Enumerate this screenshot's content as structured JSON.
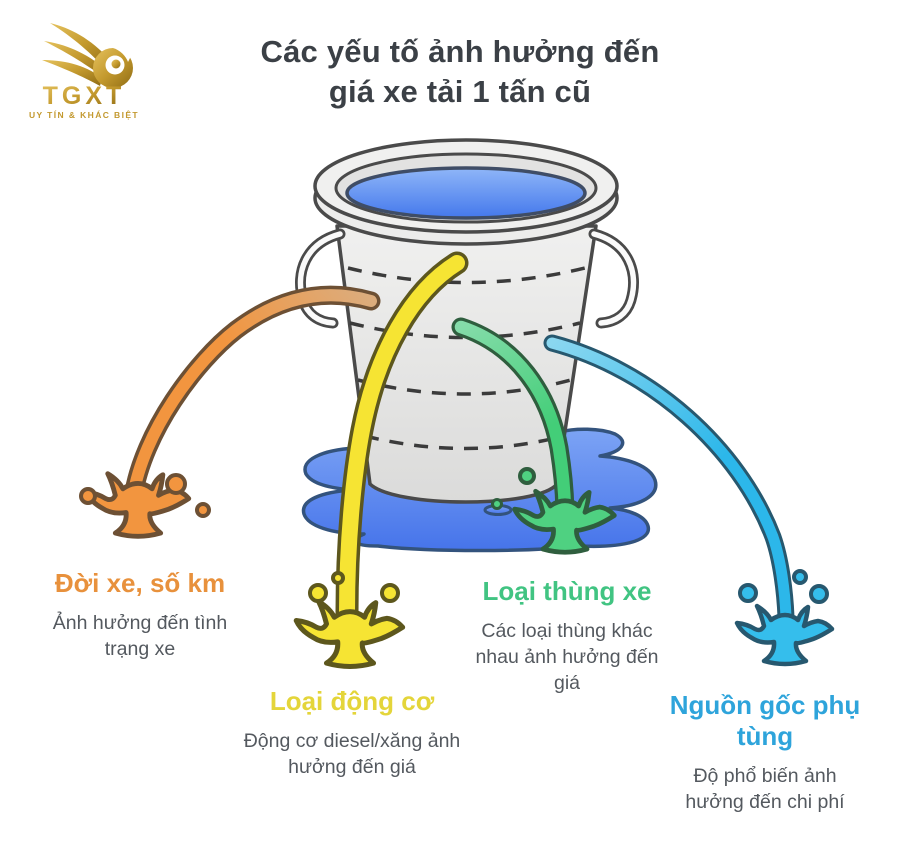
{
  "logo": {
    "brand": "TGXT",
    "tagline": "UY TÍN & KHÁC BIỆT",
    "gold_color": "#BE9327"
  },
  "title": {
    "line1": "Các yếu tố ảnh hưởng đến",
    "line2": "giá xe tải 1 tấn cũ",
    "color": "#3B4046"
  },
  "factors": [
    {
      "heading": "Đời xe, số km",
      "description": "Ảnh hưởng đến tình trạng xe",
      "color": "#E8913C"
    },
    {
      "heading": "Loại động cơ",
      "description": "Động cơ diesel/xăng ảnh hưởng đến giá",
      "color": "#E4D53A"
    },
    {
      "heading": "Loại thùng xe",
      "description": "Các loại thùng khác nhau ảnh hưởng đến giá",
      "color": "#41C482"
    },
    {
      "heading": "Nguồn gốc phụ tùng",
      "description": "Độ phổ biến ảnh hưởng đến chi phí",
      "color": "#2EA4DB"
    }
  ],
  "illustration": {
    "bucket_fill": "#ECECEB",
    "bucket_outline": "#4A4A4A",
    "water_color": "#4B80EE",
    "puddle_color": "#4F82F2",
    "stream_colors": {
      "orange": "#F2953F",
      "yellow": "#F6E433",
      "green": "#4FD181",
      "blue": "#35BEEC"
    }
  }
}
